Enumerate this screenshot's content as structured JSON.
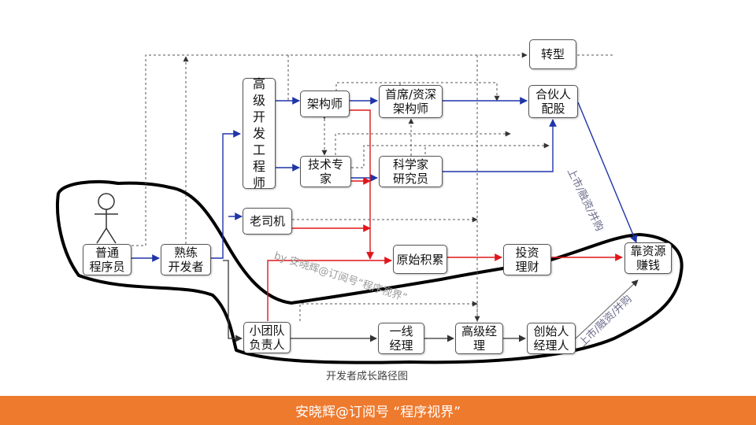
{
  "colors": {
    "dark": "#333333",
    "blue": "#1f35a8",
    "red": "#e0161b",
    "footer_bg": "#ee7a2e",
    "outline": "#000000"
  },
  "nodes": {
    "programmer": "普通\n程序员",
    "skilled_dev": "熟练\n开发者",
    "senior_engineer": "高\n级\n开\n发\n工\n程\n师",
    "architect": "架构师",
    "chief_architect": "首席/资深\n架构师",
    "partner": "合伙人\n配股",
    "tech_expert": "技术专\n家",
    "scientist": "科学家\n研究员",
    "veteran_driver": "老司机",
    "capital_accum": "原始积累",
    "investment": "投资\n理财",
    "capital_income": "靠资源\n赚钱",
    "team_lead": "小团队\n负责人",
    "frontline_mgr": "一线\n经理",
    "senior_mgr": "高级经\n理",
    "founder_mgr": "创始人\n经理人",
    "transform": "转型"
  },
  "labels": {
    "ipo_upper": "上市/融资/并购",
    "ipo_lower": "上市/融资/并购",
    "watermark": "by 安晓辉@订阅号“程序视界”",
    "caption": "开发者成长路径图"
  },
  "footer": {
    "text": "安晓辉@订阅号 “程序视界”"
  },
  "icons": {
    "person": "stick-figure-icon"
  }
}
